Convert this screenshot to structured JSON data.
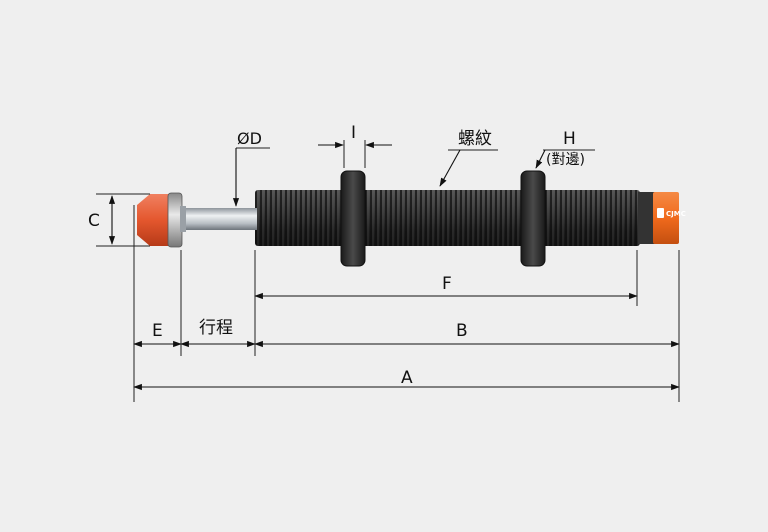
{
  "diagram": {
    "labels": {
      "a": "A",
      "b": "B",
      "c": "C",
      "d": "ØD",
      "e": "E",
      "f": "F",
      "h": "H",
      "h_note": "(對邊)",
      "i": "I",
      "thread": "螺紋",
      "stroke": "行程"
    },
    "brand": "CJMC",
    "colors": {
      "background": "#efefef",
      "cap_orange": "#e4572e",
      "body_dark": "#2b2b2b",
      "end_orange": "#f06a1c",
      "rod_silver": "#c9ced3"
    }
  }
}
